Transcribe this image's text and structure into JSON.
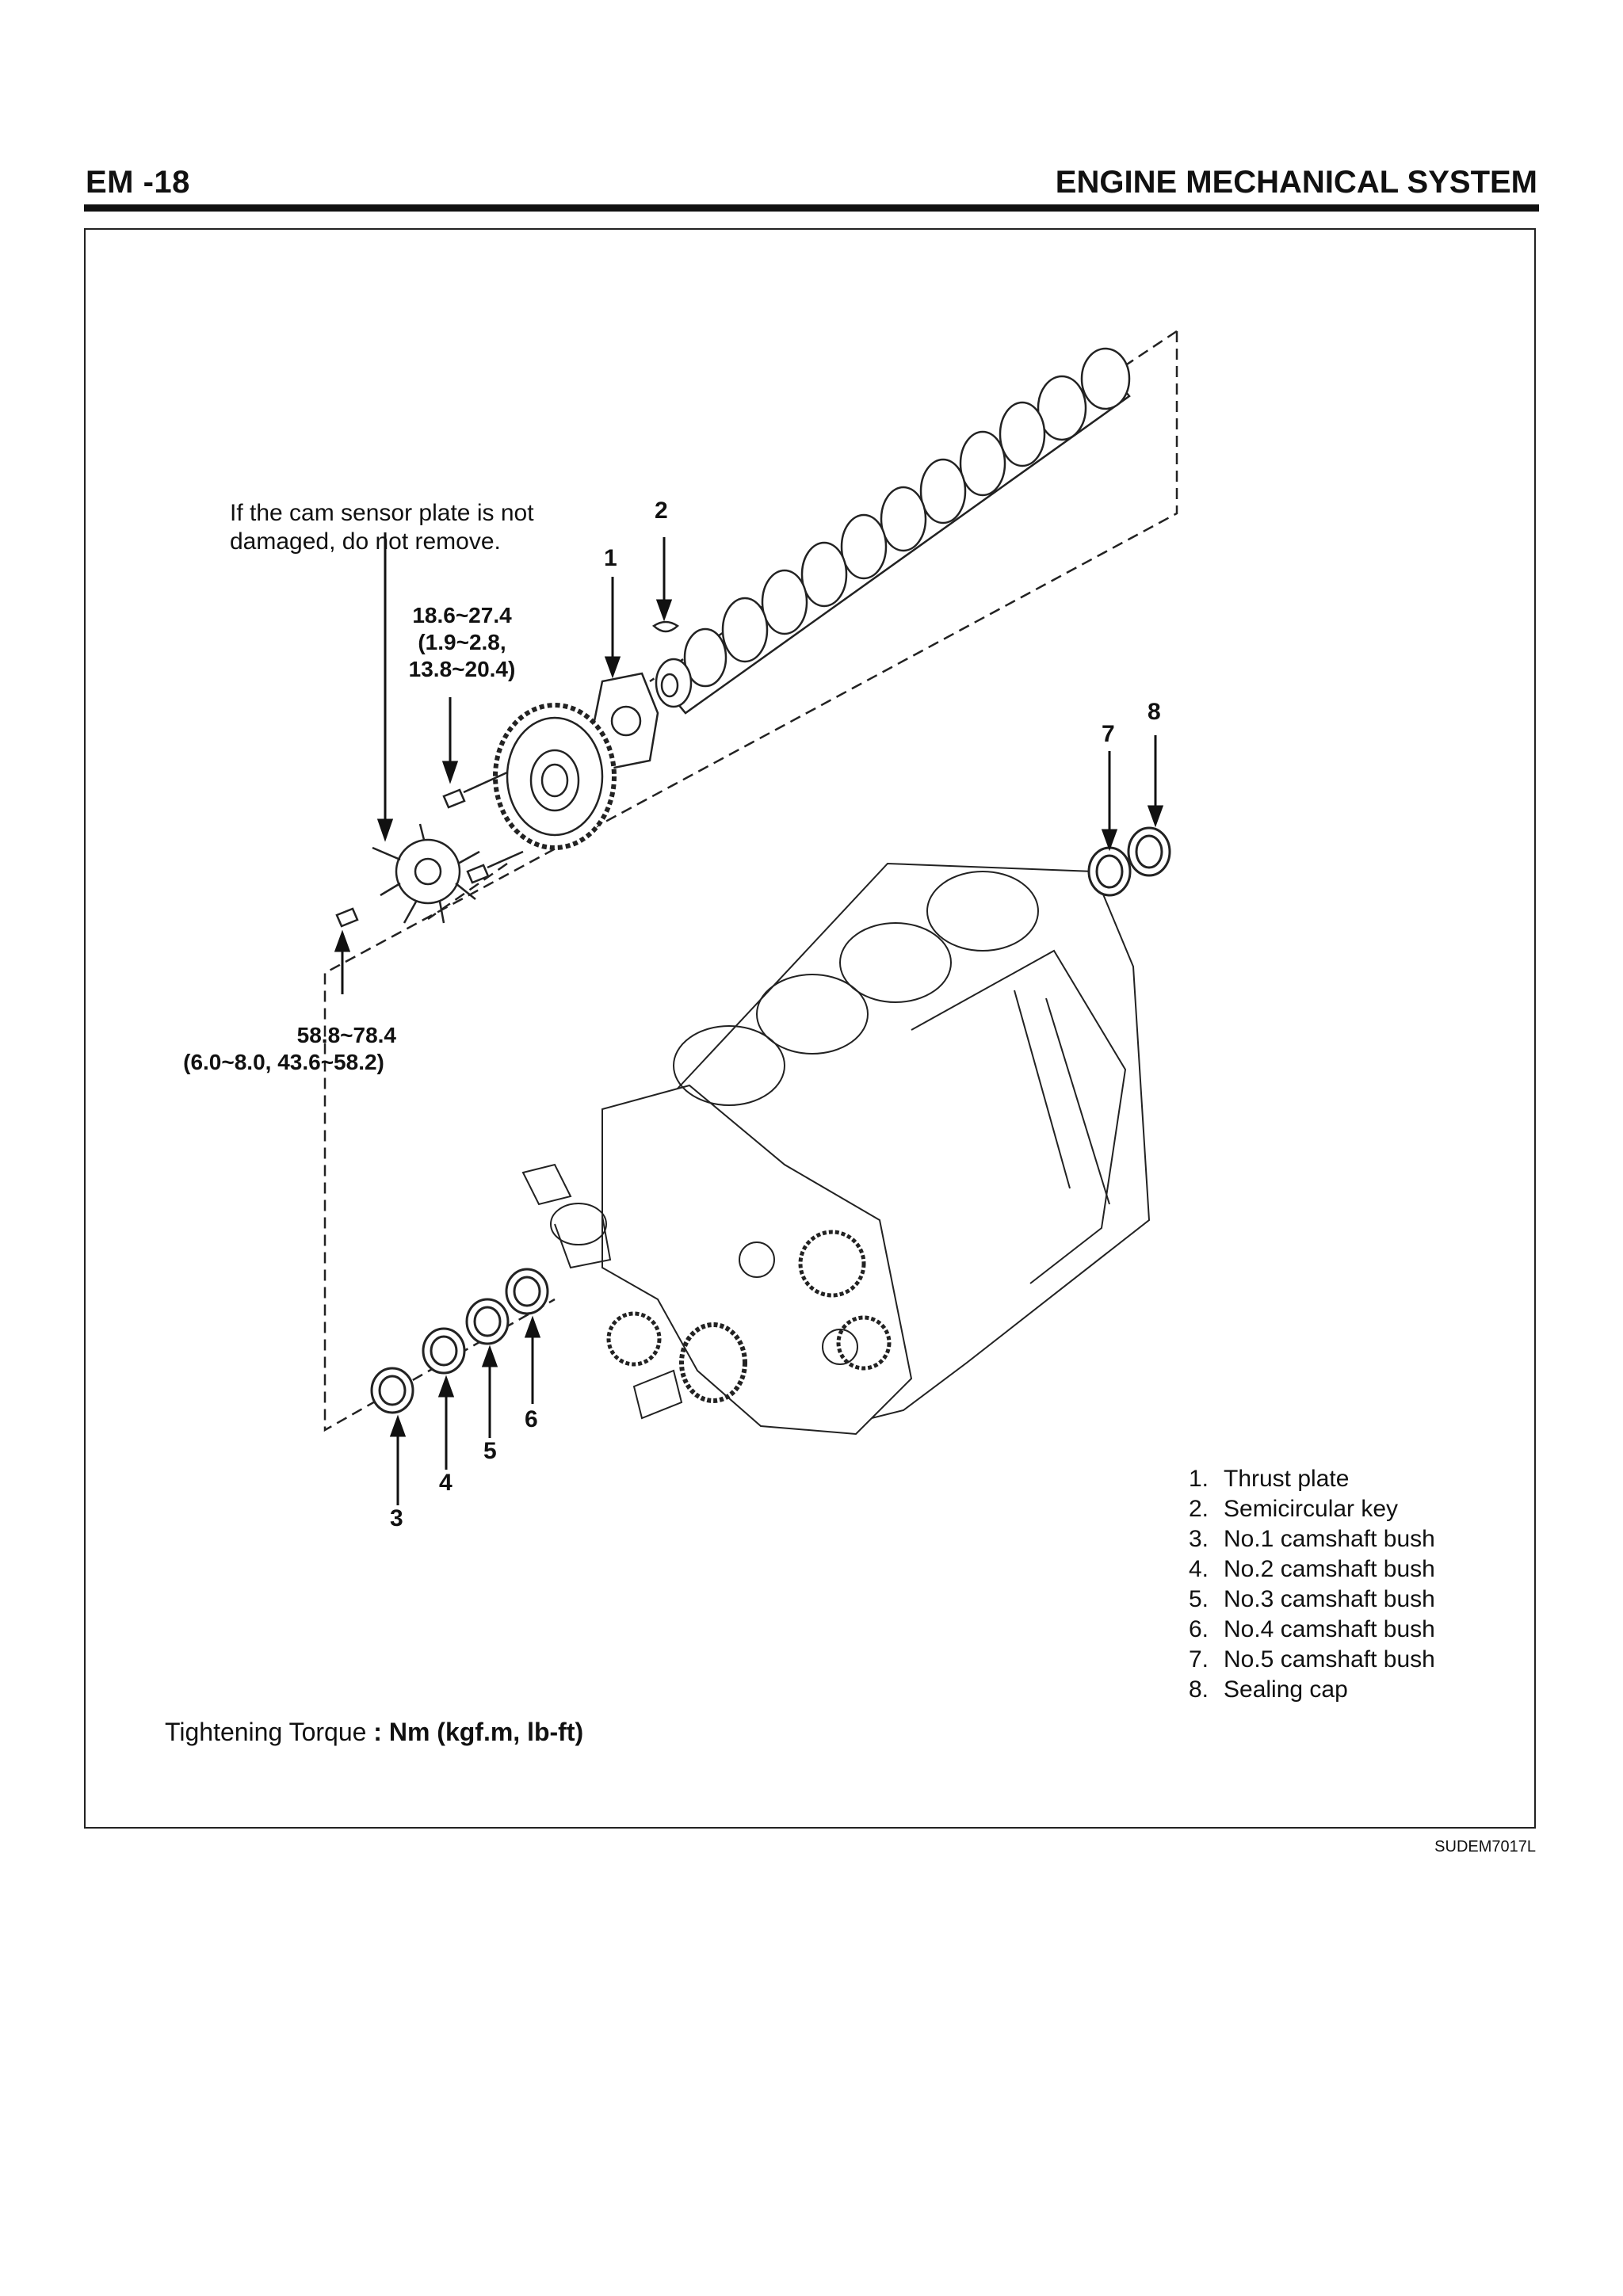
{
  "header": {
    "page_number": "EM -18",
    "section_title": "ENGINE MECHANICAL SYSTEM"
  },
  "figure": {
    "note": [
      "If the cam sensor plate is not",
      "damaged, do not remove."
    ],
    "torque_upper": [
      "18.6~27.4",
      "(1.9~2.8,",
      "13.8~20.4)"
    ],
    "torque_lower": [
      "58.8~78.4",
      "(6.0~8.0, 43.6~58.2)"
    ],
    "callouts": [
      "1",
      "2",
      "3",
      "4",
      "5",
      "6",
      "7",
      "8"
    ],
    "legend": [
      {
        "idx": "1.",
        "text": "Thrust plate"
      },
      {
        "idx": "2.",
        "text": "Semicircular key"
      },
      {
        "idx": "3.",
        "text": "No.1 camshaft bush"
      },
      {
        "idx": "4.",
        "text": "No.2 camshaft bush"
      },
      {
        "idx": "5.",
        "text": "No.3 camshaft bush"
      },
      {
        "idx": "6.",
        "text": "No.4 camshaft bush"
      },
      {
        "idx": "7.",
        "text": "No.5 camshaft bush"
      },
      {
        "idx": "8.",
        "text": "Sealing cap"
      }
    ],
    "footnote_label": "Tightening Torque",
    "footnote_unit": ": Nm (kgf.m, lb-ft)",
    "code": "SUDEM7017L"
  }
}
